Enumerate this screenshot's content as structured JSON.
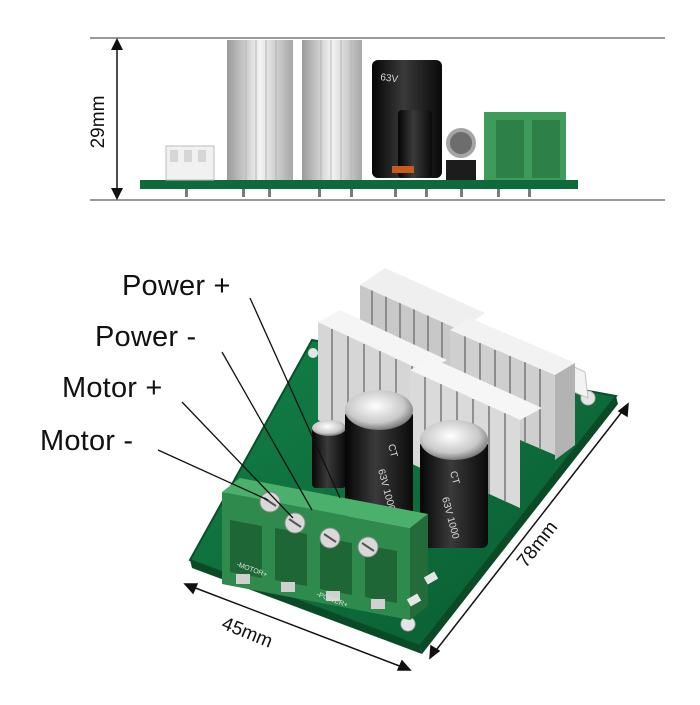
{
  "dimensions": {
    "height_label": "29mm",
    "width_label": "45mm",
    "length_label": "78mm"
  },
  "callouts": [
    {
      "id": "power-plus",
      "text": "Power +"
    },
    {
      "id": "power-minus",
      "text": "Power -"
    },
    {
      "id": "motor-plus",
      "text": "Motor +"
    },
    {
      "id": "motor-minus",
      "text": "Motor -"
    }
  ],
  "board_markings": {
    "motor_label": "-MOTOR+",
    "power_label": "-POWER+",
    "capacitor_brand": "CT",
    "capacitor_rating": "63V 1000"
  },
  "colors": {
    "pcb_green": "#0f6b3c",
    "heatsink_silver": "#dcdcdc",
    "terminal_green": "#2e8b4e",
    "capacitor_black": "#1c1c1c"
  }
}
